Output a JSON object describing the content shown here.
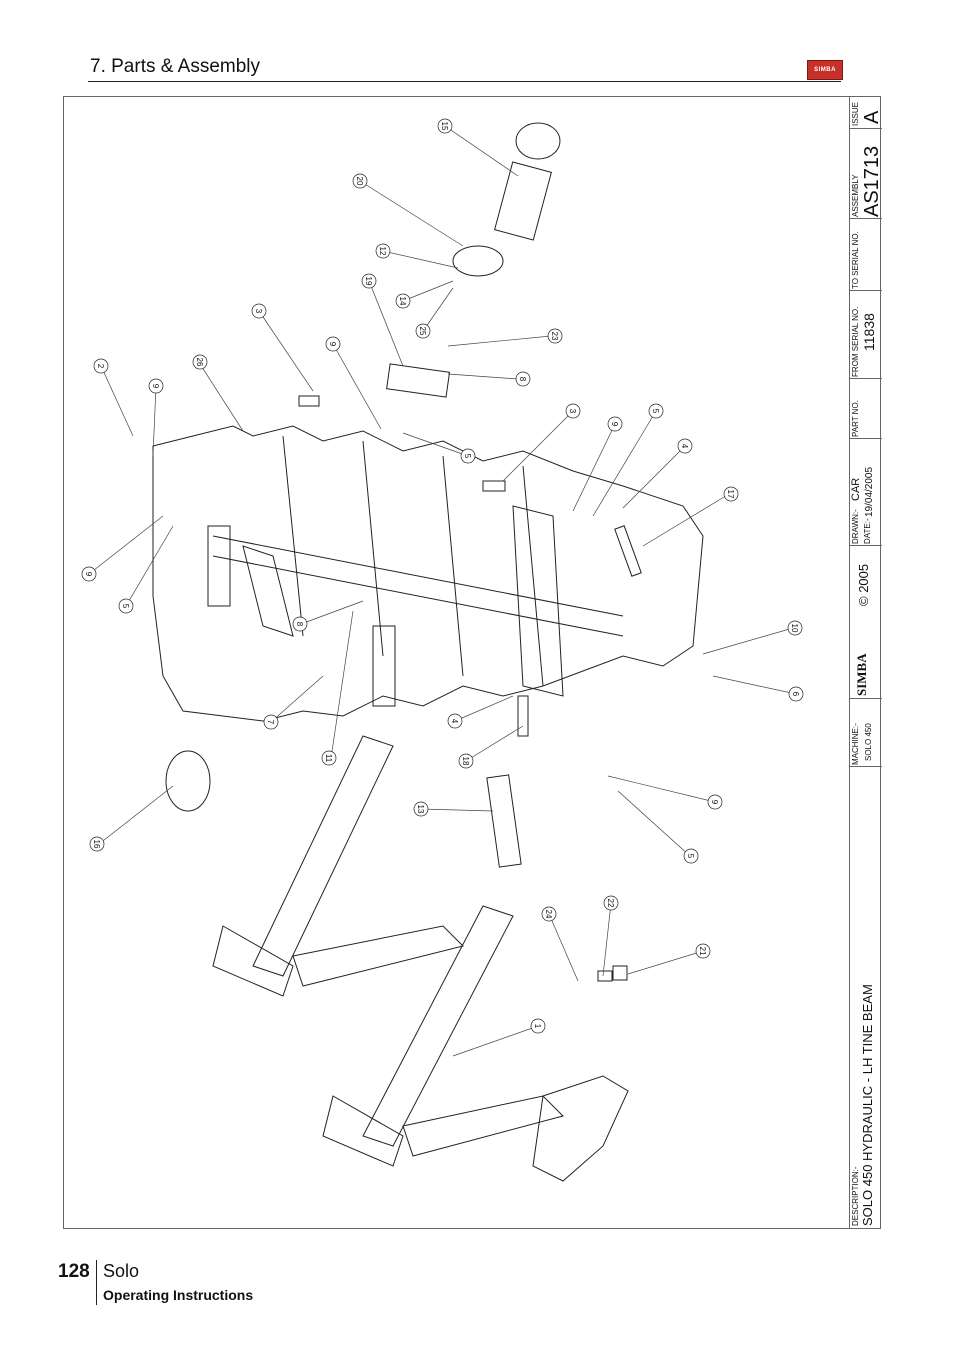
{
  "header": {
    "section_title": "7. Parts & Assembly",
    "logo_text": "SIMBA"
  },
  "title_block": {
    "issue_label": "ISSUE",
    "issue_value": "A",
    "assembly_label": "ASSEMBLY",
    "assembly_value": "AS1713",
    "to_serial_label": "TO SERIAL NO.",
    "to_serial_value": "",
    "from_serial_label": "FROM SERIAL NO.",
    "from_serial_value": "11838",
    "part_no_label": "PART NO.",
    "part_no_value": "",
    "drawn_label": "DRAWN:-",
    "drawn_value": "CAR",
    "date_label": "DATE:-",
    "date_value": "19/04/2005",
    "brand": "SIMBA",
    "copyright": "© 2005",
    "machine_label": "MACHINE:-",
    "machine_value": "SOLO 450",
    "description_label": "DESCRIPTION:-",
    "description_value": "SOLO 450 HYDRAULIC - LH TINE BEAM"
  },
  "callouts": [
    "15",
    "20",
    "12",
    "14",
    "19",
    "25",
    "23",
    "8",
    "3",
    "9",
    "2",
    "9",
    "26",
    "5",
    "3",
    "9",
    "5",
    "4",
    "17",
    "9",
    "5",
    "8",
    "10",
    "6",
    "7",
    "11",
    "4",
    "18",
    "16",
    "13",
    "9",
    "5",
    "24",
    "22",
    "21",
    "1"
  ],
  "footer": {
    "page_number": "128",
    "product": "Solo",
    "subtitle": "Operating Instructions"
  }
}
